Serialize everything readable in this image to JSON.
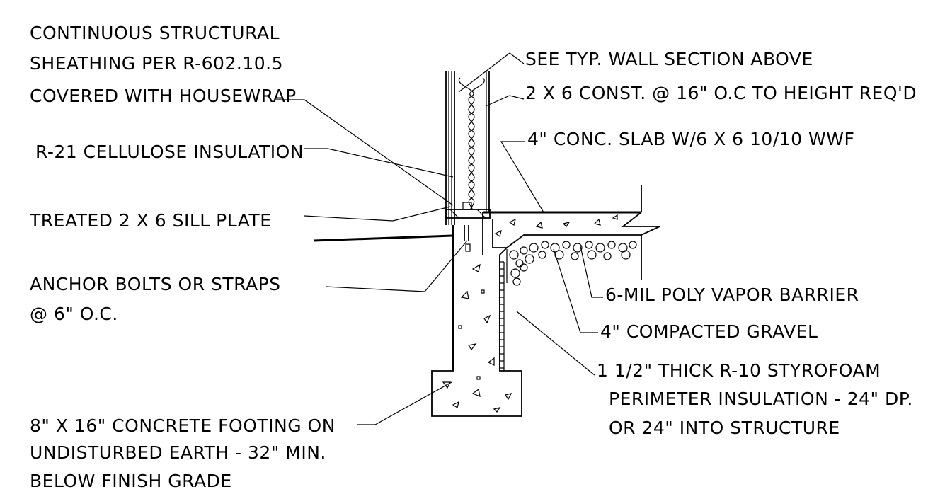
{
  "notes": {
    "sheathing": [
      "CONTINUOUS STRUCTURAL",
      "SHEATHING PER R-602.10.5",
      "COVERED WITH HOUSEWRAP"
    ],
    "insulation": "R-21 CELLULOSE INSULATION",
    "sill_plate": "TREATED 2 X 6 SILL PLATE",
    "anchor_bolts": [
      "ANCHOR BOLTS OR STRAPS",
      "@ 6\" O.C."
    ],
    "footing": [
      "8\" X 16\" CONCRETE FOOTING ON",
      "UNDISTURBED EARTH - 32\" MIN.",
      "BELOW FINISH GRADE"
    ],
    "wall_section": "SEE TYP. WALL SECTION ABOVE",
    "framing": "2 X 6 CONST. @ 16\" O.C TO HEIGHT REQ'D",
    "slab": "4\" CONC. SLAB W/6 X 6 10/10 WWF",
    "vapor_barrier": "6-MIL POLY VAPOR BARRIER",
    "gravel": "4\" COMPACTED GRAVEL",
    "perimeter_insulation": [
      "1 1/2\" THICK R-10 STYROFOAM",
      "PERIMETER INSULATION - 24\" DP.",
      "OR 24\" INTO STRUCTURE"
    ]
  }
}
